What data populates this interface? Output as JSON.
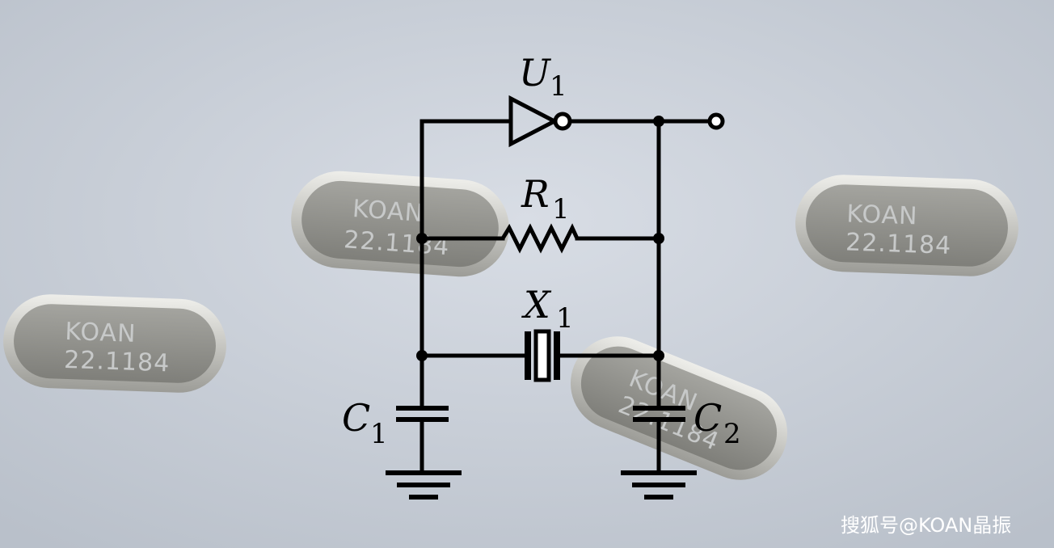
{
  "background": {
    "color": "#c9cfd8"
  },
  "crystal": {
    "brand": "KOAN",
    "frequency": "22.1184",
    "body_color": "#8e8e88",
    "rim_color": "#d9d9d4"
  },
  "labels": {
    "u1": {
      "main": "U",
      "sub": "1"
    },
    "r1": {
      "main": "R",
      "sub": "1"
    },
    "x1": {
      "main": "X",
      "sub": "1"
    },
    "c1": {
      "main": "C",
      "sub": "1"
    },
    "c2": {
      "main": "C",
      "sub": "2"
    }
  },
  "watermark": "搜狐号@KOAN晶振"
}
